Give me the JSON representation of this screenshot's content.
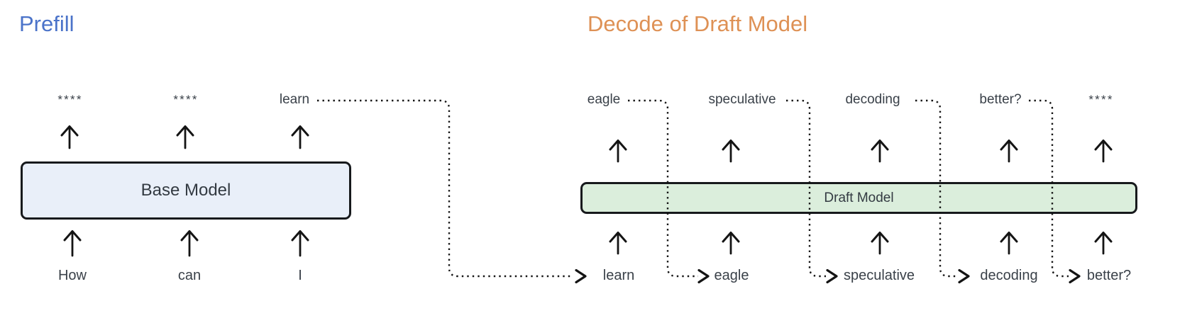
{
  "titles": {
    "prefill": "Prefill",
    "decode": "Decode of Draft Model"
  },
  "base_model": {
    "label": "Base Model",
    "inputs": [
      "How",
      "can",
      "I"
    ],
    "outputs": [
      "****",
      "****",
      "learn"
    ]
  },
  "draft_model": {
    "label": "Draft Model",
    "inputs": [
      "learn",
      "eagle",
      "speculative",
      "decoding",
      "better?"
    ],
    "outputs": [
      "eagle",
      "speculative",
      "decoding",
      "better?",
      "****"
    ]
  },
  "colors": {
    "prefill_title": "#4B73C9",
    "decode_title": "#DE9155",
    "base_box_fill": "#E9EFF9",
    "draft_box_fill": "#DBEEDC",
    "box_border": "#17191C",
    "token_text": "#3A4149",
    "connector": "#141414"
  }
}
